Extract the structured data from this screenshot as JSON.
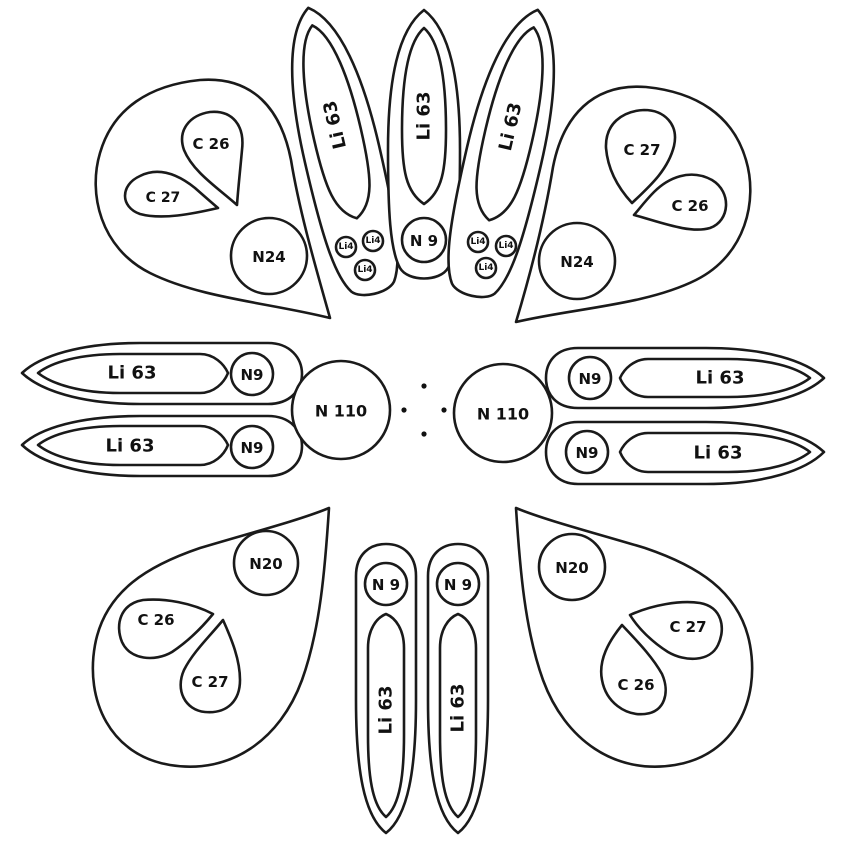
{
  "labels": {
    "li63": "Li 63",
    "li4": "Li4",
    "n9": "N9",
    "n9_spaced": "N 9",
    "n24": "N24",
    "n20": "N20",
    "n110": "N 110",
    "c26": "C 26",
    "c27": "C 27"
  }
}
